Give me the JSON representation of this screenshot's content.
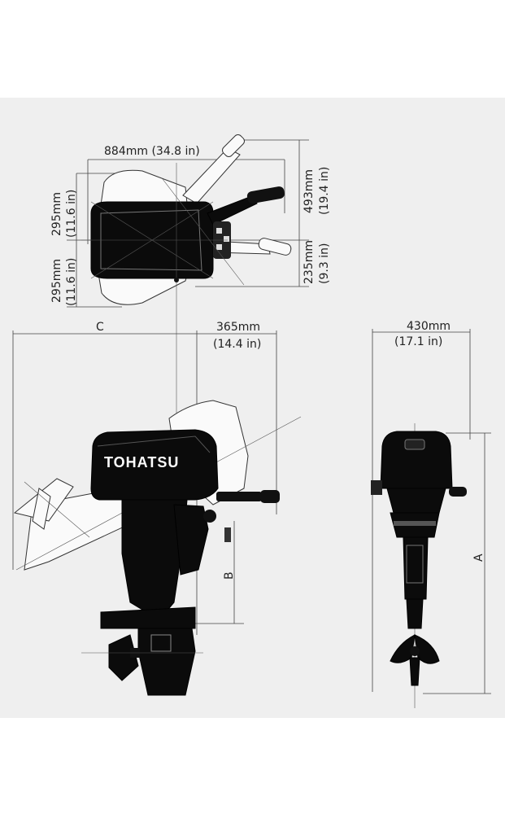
{
  "brand": "TOHATSU",
  "dimensions": {
    "width_overall": "884mm (34.8 in)",
    "tiller_left_mm": "295mm",
    "tiller_left_in": "(11.6 in)",
    "tiller_left2_mm": "295mm",
    "tiller_left2_in": "(11.6 in)",
    "tiller_right_top_mm": "493mm",
    "tiller_right_top_in": "(19.4 in)",
    "tiller_right_bottom_mm": "235mm",
    "tiller_right_bottom_in": "(9.3 in)",
    "label_c": "C",
    "depth_mm": "365mm",
    "depth_in": "(14.4 in)",
    "width_front_mm": "430mm",
    "width_front_in": "(17.1 in)",
    "label_b": "B",
    "label_a": "A"
  },
  "colors": {
    "background": "#efefef",
    "engine": "#0b0b0b",
    "ghost": "#fafafa"
  }
}
